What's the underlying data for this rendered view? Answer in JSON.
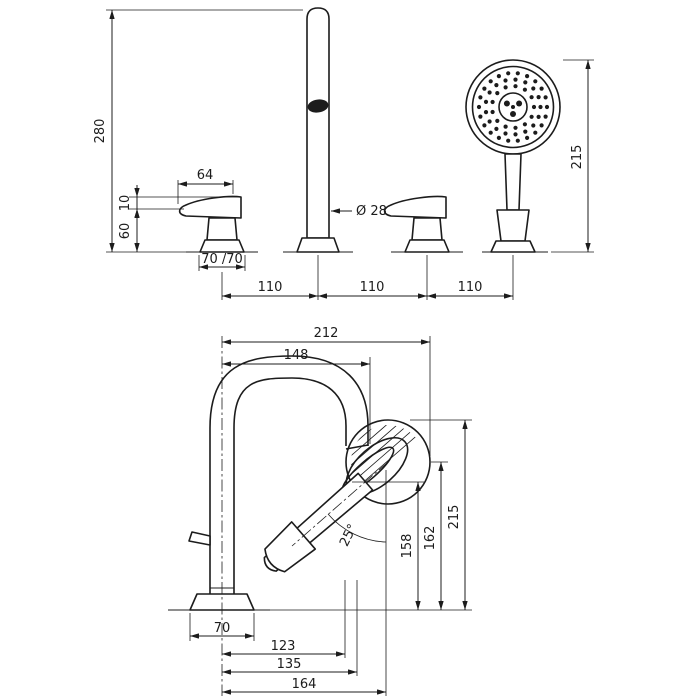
{
  "meta": {
    "background": "#ffffff",
    "line_color": "#1c1c1c"
  },
  "dims": {
    "top": {
      "spout_height": "280",
      "handle_width": "64",
      "lever_drop": "10",
      "handle_height": "60",
      "escutcheon": "70 /70",
      "spout_diameter": "Ø 28",
      "shower_height": "215",
      "pitch_1": "110",
      "pitch_2": "110",
      "pitch_3": "110"
    },
    "bottom": {
      "overall_width": "212",
      "spout_reach": "148",
      "angle": "25°",
      "height_outlet": "158",
      "height_shower": "162",
      "height_overall": "215",
      "base_width": "70",
      "offset_1": "123",
      "offset_2": "135",
      "offset_3": "164"
    }
  }
}
